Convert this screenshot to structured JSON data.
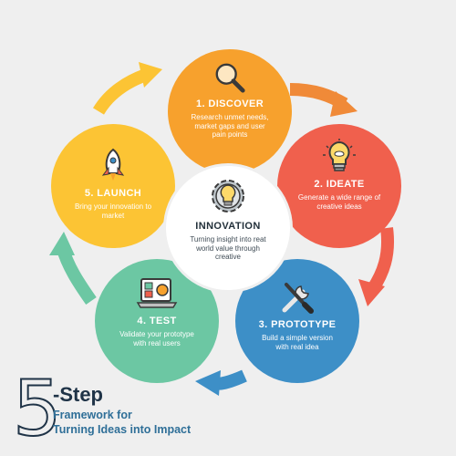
{
  "center": {
    "title": "INNOVATION",
    "description": "Turning insight into reat world value through creative",
    "icon": "gear-bulb-icon"
  },
  "steps": [
    {
      "title": "1. DISCOVER",
      "description": "Research unmet needs, market gaps and user pain points",
      "color": "#f7a12d",
      "icon": "magnifier-icon"
    },
    {
      "title": "2. IDEATE",
      "description": "Generate a wide range of creative ideas",
      "color": "#f0604d",
      "icon": "lightbulb-icon"
    },
    {
      "title": "3. PROTOTYPE",
      "description": "Build a simple version with real idea",
      "color": "#3d8fc7",
      "icon": "tools-icon"
    },
    {
      "title": "4. TEST",
      "description": "Validate your prototype with real users",
      "color": "#6cc7a3",
      "icon": "laptop-test-icon"
    },
    {
      "title": "5. LAUNCH",
      "description": "Bring your innovation to market",
      "color": "#fcc434",
      "icon": "rocket-icon"
    }
  ],
  "footer": {
    "number": "5",
    "headline": "-Step",
    "line1": "Framework for",
    "line2": "Turning Ideas into Impact"
  }
}
